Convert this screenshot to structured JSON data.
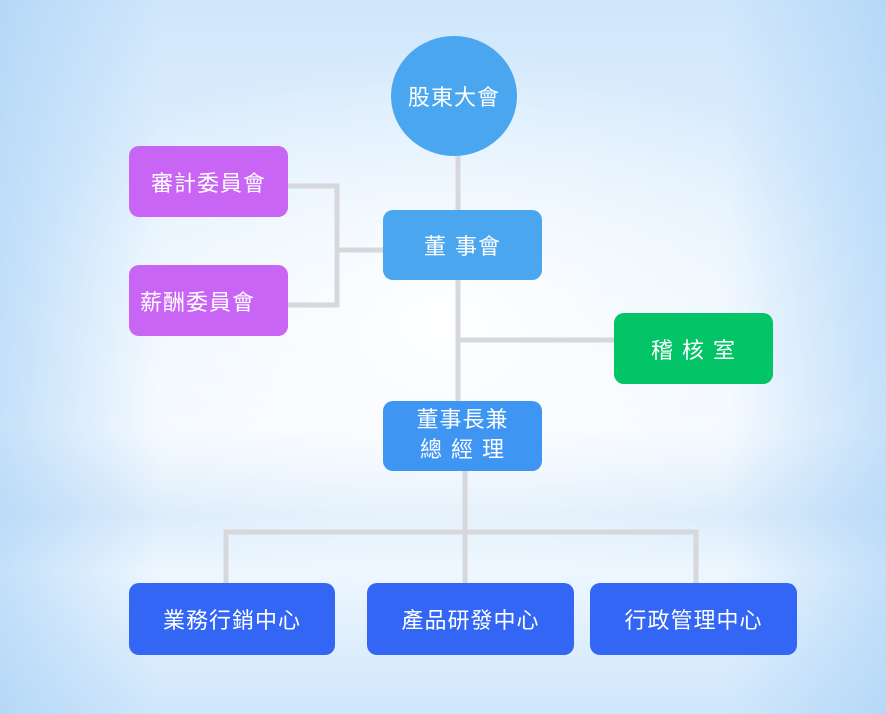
{
  "diagram": {
    "type": "org-chart",
    "colors": {
      "shareholders": "#4ba6f0",
      "board": "#4ba6f0",
      "committee": "#c865f5",
      "audit_office": "#03c466",
      "chairman": "#3f95f2",
      "center": "#3466f6",
      "connector": "#d6d8db"
    },
    "nodes": {
      "shareholders": "股東大會",
      "board": "董 事會",
      "audit_committee": "審計委員會",
      "remuneration_committee": "薪酬委員會",
      "internal_audit": "稽 核 室",
      "chairman_line1": "董事長兼",
      "chairman_line2": "總 經 理",
      "sales_center": "業務行銷中心",
      "product_center": "產品研發中心",
      "admin_center": "行政管理中心"
    },
    "edges": [
      [
        "shareholders",
        "board"
      ],
      [
        "board",
        "audit_committee"
      ],
      [
        "board",
        "remuneration_committee"
      ],
      [
        "board",
        "internal_audit"
      ],
      [
        "board",
        "chairman"
      ],
      [
        "chairman",
        "sales_center"
      ],
      [
        "chairman",
        "product_center"
      ],
      [
        "chairman",
        "admin_center"
      ]
    ]
  }
}
